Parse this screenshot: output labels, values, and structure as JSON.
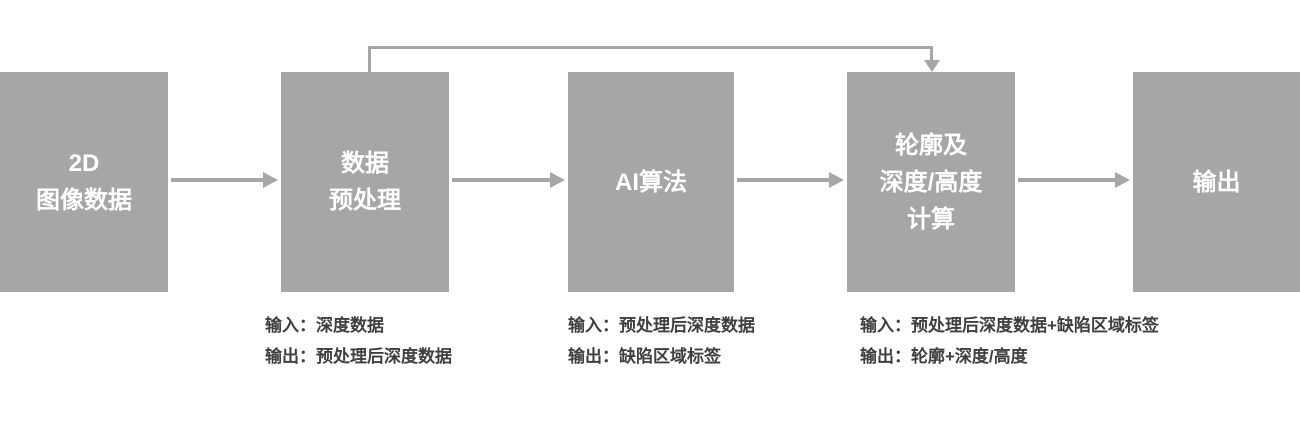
{
  "diagram": {
    "boxes": [
      {
        "label": "2D\n图像数据"
      },
      {
        "label": "数据\n预处理"
      },
      {
        "label": "AI算法"
      },
      {
        "label": "轮廓及\n深度/高度\n计算"
      },
      {
        "label": "输出"
      }
    ],
    "annotations": [
      {
        "input": "输入：深度数据",
        "output": "输出：预处理后深度数据"
      },
      {
        "input": "输入：预处理后深度数据",
        "output": "输出：缺陷区域标签"
      },
      {
        "input": "输入：预处理后深度数据+缺陷区域标签",
        "output": "输出：轮廓+深度/高度"
      }
    ],
    "colors": {
      "box_fill": "#a6a6a6",
      "box_text": "#ffffff",
      "arrow": "#a6a6a6",
      "annotation_text": "#3f3f3f"
    }
  }
}
